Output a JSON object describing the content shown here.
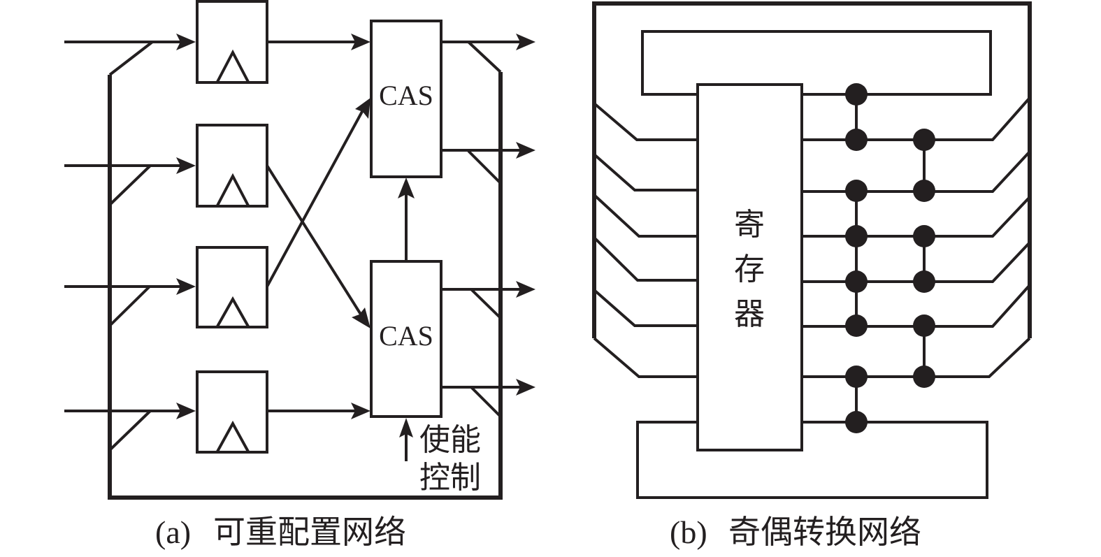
{
  "figure": {
    "panel_a": {
      "caption_tag": "(a)",
      "caption_text": "可重配置网络",
      "flipflop_count": 4,
      "cas_units": [
        {
          "label": "CAS"
        },
        {
          "label": "CAS"
        }
      ],
      "enable_label_line1": "使能",
      "enable_label_line2": "控制"
    },
    "panel_b": {
      "caption_tag": "(b)",
      "caption_text": "奇偶转换网络",
      "register_label_chars": [
        "寄",
        "存",
        "器"
      ],
      "register_outputs": 8,
      "column1_nodes": [
        1,
        2,
        3,
        4,
        5,
        6,
        7,
        8
      ],
      "column2_nodes": [
        2,
        3,
        4,
        5,
        6,
        7
      ],
      "column1_links": [
        [
          1,
          2
        ],
        [
          3,
          4
        ],
        [
          4,
          5
        ],
        [
          5,
          6
        ],
        [
          7,
          8
        ]
      ],
      "column2_links": [
        [
          2,
          3
        ],
        [
          4,
          5
        ],
        [
          6,
          7
        ]
      ]
    }
  },
  "colors": {
    "ink": "#231f20",
    "background": "#ffffff"
  }
}
